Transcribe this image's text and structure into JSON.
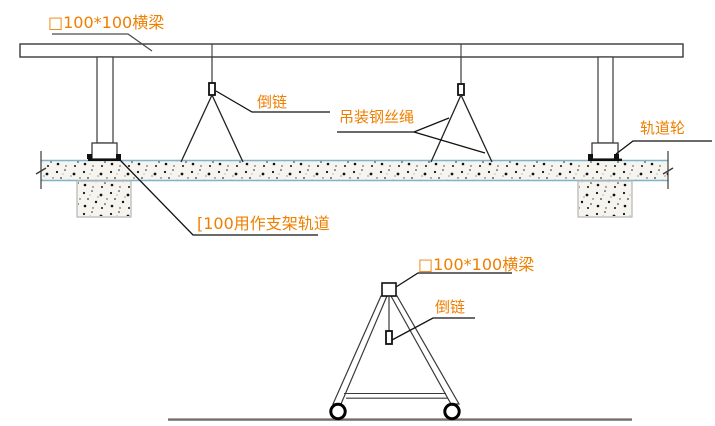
{
  "labels": {
    "beam_top": "□100*100横梁",
    "hoist_top": "倒链",
    "wire_rope": "吊装钢丝绳",
    "track_wheel": "轨道轮",
    "track_channel": "[100用作支架轨道",
    "beam_bottom": "□100*100横梁",
    "hoist_bottom": "倒链"
  },
  "colors": {
    "label": "#ee7f00",
    "line": "#3a3a3a",
    "leader": "#4a4a4a",
    "slab_edge": "#7fb2cb",
    "concrete_border": "#b5b5b5",
    "ground": "#6f6f6f"
  }
}
